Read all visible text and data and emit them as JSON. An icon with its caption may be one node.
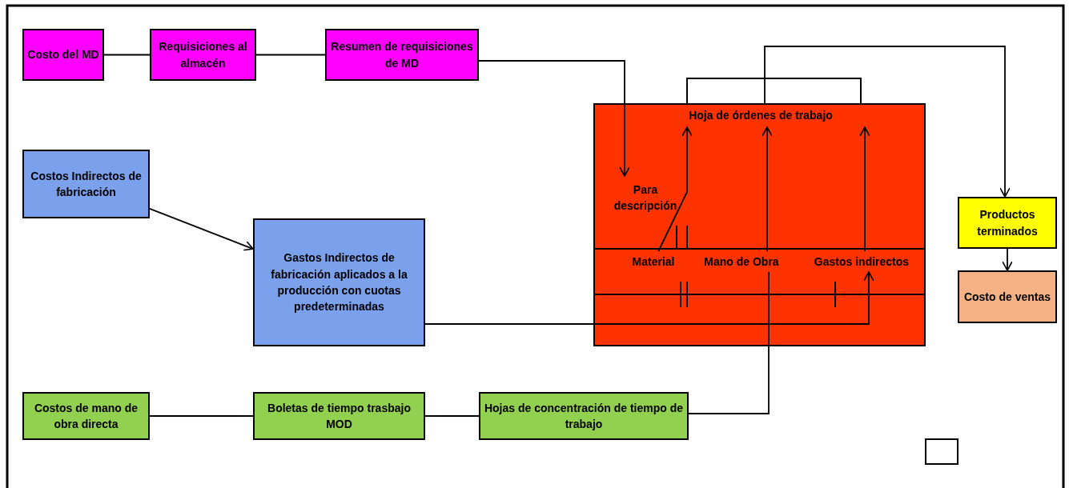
{
  "diagram": {
    "nodes": [
      {
        "text": [
          "Costo del MD"
        ]
      },
      {
        "text": [
          "Requisiciones al almacén"
        ]
      },
      {
        "text": [
          "Resumen de requisiciones de MD"
        ]
      },
      {
        "text": [
          "Costos Indirectos de fabricación"
        ]
      },
      {
        "text": [
          "Gastos Indirectos de fabricación aplicados a la producción con cuotas predeterminadas"
        ]
      },
      {
        "text": [],
        "shape": "box"
      },
      {
        "text": [
          "Hoja de órdenes de trabajo"
        ],
        "in": 5
      },
      {
        "text": [
          "Para descripción"
        ],
        "in": 5
      },
      {
        "text": [
          "Material"
        ],
        "in": 5
      },
      {
        "text": [
          "Mano de Obra"
        ],
        "in": 5
      },
      {
        "text": [
          "Gastos indirectos"
        ],
        "in": 5
      },
      {
        "text": [
          "Productos terminados"
        ]
      },
      {
        "text": [
          "Costo de ventas"
        ]
      },
      {
        "text": [
          "Costos de mano de obra directa"
        ]
      },
      {
        "text": [
          "Boletas de tiempo trasbajo MOD"
        ]
      },
      {
        "text": [
          "Hojas de concentración de tiempo de trabajo"
        ]
      },
      {
        "text": [],
        "shape": "box"
      }
    ],
    "edges": [
      {
        "from": 0,
        "to": 1,
        "arrow": "none"
      },
      {
        "from": 1,
        "to": 2,
        "arrow": "none"
      },
      {
        "from": 2,
        "to": 7,
        "arrow": "to"
      },
      {
        "from": 3,
        "to": 4,
        "arrow": "to"
      },
      {
        "from": 4,
        "to": 10,
        "arrow": "to"
      },
      {
        "from": 13,
        "to": 14,
        "arrow": "none"
      },
      {
        "from": 14,
        "to": 15,
        "arrow": "none"
      },
      {
        "from": 15,
        "to": 9,
        "arrow": "none"
      },
      {
        "from": 8,
        "to": 6,
        "arrow": "to"
      },
      {
        "from": 9,
        "to": 6,
        "arrow": "to"
      },
      {
        "from": 10,
        "to": 6,
        "arrow": "to"
      },
      {
        "from": 6,
        "to": 11,
        "arrow": "to"
      },
      {
        "from": 11,
        "to": 12,
        "arrow": "to"
      }
    ]
  }
}
